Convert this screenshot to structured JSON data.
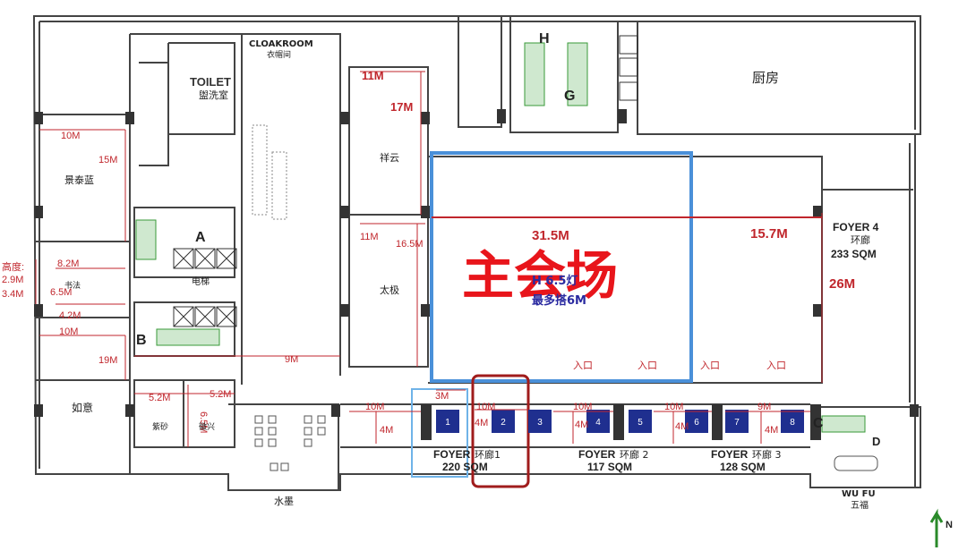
{
  "rooms": {
    "toilet": "TOILET",
    "toilet_cn": "盥洗室",
    "cloakroom": "CLOAKROOM",
    "cloakroom_cn": "衣帽间",
    "jingtailan": "景泰蓝",
    "ruyi": "如意",
    "ziyun": "紫砂",
    "shuxing": "徽兴",
    "xiangyun": "祥云",
    "taiji": "太极",
    "kitchen": "厨房",
    "shuimo": "水墨",
    "elevator": "电梯",
    "wufu": "WU FU",
    "wufu_cn": "五福",
    "small_room": "书法"
  },
  "letters": {
    "a": "A",
    "b": "B",
    "c": "C",
    "d": "D",
    "g": "G",
    "h": "H",
    "north": "N"
  },
  "main_hall": {
    "title": "主会场",
    "sub1": "H 6.5灯",
    "sub2": "最多搭6M",
    "width_left": "31.5M",
    "width_right": "15.7M"
  },
  "height_note": {
    "label": "高度:",
    "v1": "2.9M",
    "v2": "3.4M"
  },
  "dimensions": {
    "d10m_a": "10M",
    "d15m": "15M",
    "d8_2m": "8.2M",
    "d6_5m": "6.5M",
    "d4_2m": "4.2M",
    "d10m_b": "10M",
    "d19m": "19M",
    "d5_2m_a": "5.2M",
    "d5_2m_b": "5.2M",
    "d6_5m_v": "6.5M",
    "d9m": "9M",
    "d11m_a": "11M",
    "d17m": "17M",
    "d11m_b": "11M",
    "d16_5m": "16.5M",
    "d26m": "26M",
    "d3m": "3M",
    "d10m_c": "10M",
    "d10m_d": "10M",
    "d10m_e": "10M",
    "d10m_f": "10M",
    "d9m_b": "9M",
    "d4m_a": "4M",
    "d4m_b": "4M",
    "d4m_c": "4M",
    "d4m_d": "4M",
    "d4m_e": "4M"
  },
  "entries": [
    "入口",
    "入口",
    "入口",
    "入口"
  ],
  "foyers": [
    {
      "name": "FOYER",
      "cn": "环廊1",
      "area": "220 SQM"
    },
    {
      "name": "FOYER",
      "cn": "环廊 2",
      "area": "117 SQM"
    },
    {
      "name": "FOYER",
      "cn": "环廊 3",
      "area": "128 SQM"
    },
    {
      "name": "FOYER 4",
      "cn": "环廊",
      "area": "233 SQM"
    }
  ],
  "booths": [
    "1",
    "2",
    "3",
    "4",
    "5",
    "6",
    "7",
    "8"
  ],
  "colors": {
    "dimension": "#c0262c",
    "main_title": "#e8151b",
    "highlight_blue": "#4a90d9",
    "highlight_red": "#a01c1c",
    "booth": "#1f2f8f",
    "wall": "#333333",
    "stairs": "#3a9a3a"
  }
}
